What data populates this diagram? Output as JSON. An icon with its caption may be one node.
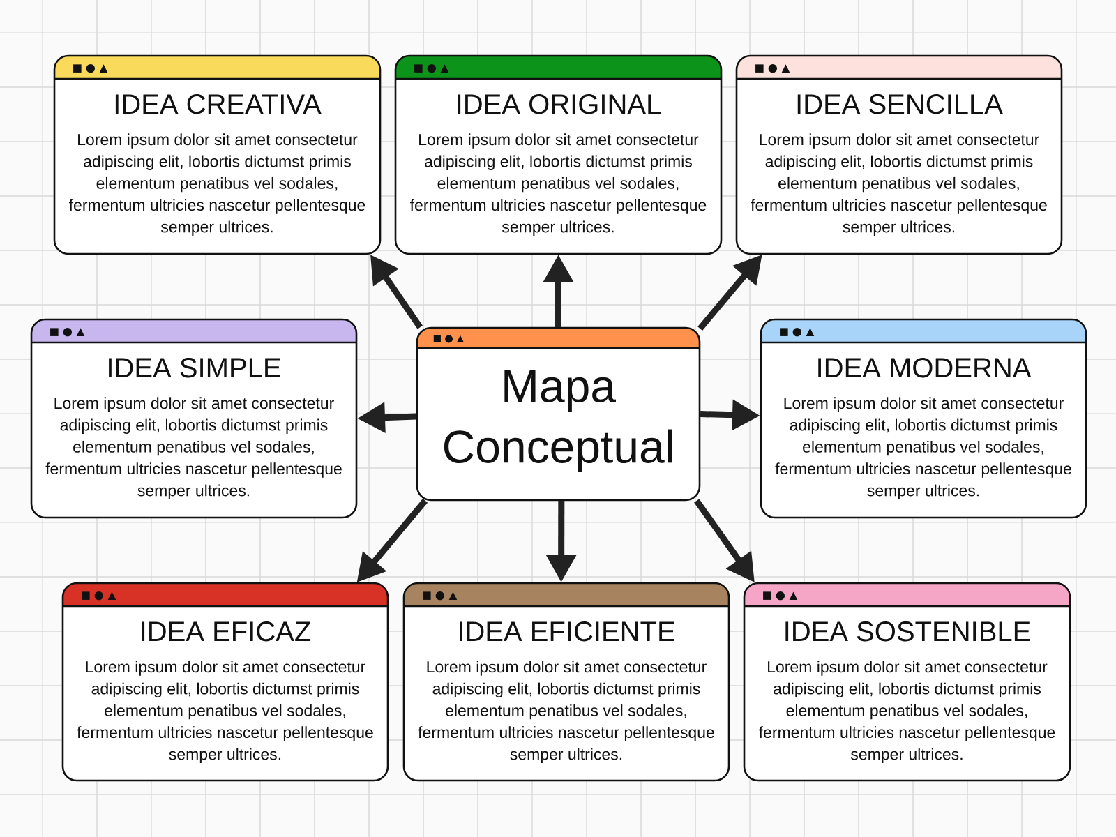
{
  "diagram": {
    "nodes": [
      {
        "text": [
          "IDEA CREATIVA",
          "Lorem ipsum dolor sit amet consectetur adipiscing elit, lobortis dictumst primis elementum penatibus vel sodales, fermentum ultricies nascetur pellentesque semper ultrices."
        ]
      },
      {
        "text": [
          "IDEA ORIGINAL",
          "Lorem ipsum dolor sit amet consectetur adipiscing elit, lobortis dictumst primis elementum penatibus vel sodales, fermentum ultricies nascetur pellentesque semper ultrices."
        ]
      },
      {
        "text": [
          "IDEA SENCILLA",
          "Lorem ipsum dolor sit amet consectetur adipiscing elit, lobortis dictumst primis elementum penatibus vel sodales, fermentum ultricies nascetur pellentesque semper ultrices."
        ]
      },
      {
        "text": [
          "IDEA SIMPLE",
          "Lorem ipsum dolor sit amet consectetur adipiscing elit, lobortis dictumst primis elementum penatibus vel sodales, fermentum ultricies nascetur pellentesque semper ultrices."
        ]
      },
      {
        "text": [
          "Mapa Conceptual"
        ]
      },
      {
        "text": [
          "IDEA MODERNA",
          "Lorem ipsum dolor sit amet consectetur adipiscing elit, lobortis dictumst primis elementum penatibus vel sodales, fermentum ultricies nascetur pellentesque semper ultrices."
        ]
      },
      {
        "text": [
          "IDEA EFICAZ",
          "Lorem ipsum dolor sit amet consectetur adipiscing elit, lobortis dictumst primis elementum penatibus vel sodales, fermentum ultricies nascetur pellentesque semper ultrices."
        ]
      },
      {
        "text": [
          "IDEA EFICIENTE",
          "Lorem ipsum dolor sit amet consectetur adipiscing elit, lobortis dictumst primis elementum penatibus vel sodales, fermentum ultricies nascetur pellentesque semper ultrices."
        ]
      },
      {
        "text": [
          "IDEA SOSTENIBLE",
          "Lorem ipsum dolor sit amet consectetur adipiscing elit, lobortis dictumst primis elementum penatibus vel sodales, fermentum ultricies nascetur pellentesque semper ultrices."
        ]
      }
    ],
    "edges": [
      {
        "from": 4,
        "to": 0,
        "arrow": "to"
      },
      {
        "from": 4,
        "to": 1,
        "arrow": "to"
      },
      {
        "from": 4,
        "to": 2,
        "arrow": "to"
      },
      {
        "from": 4,
        "to": 3,
        "arrow": "to"
      },
      {
        "from": 4,
        "to": 5,
        "arrow": "to"
      },
      {
        "from": 4,
        "to": 6,
        "arrow": "to"
      },
      {
        "from": 4,
        "to": 7,
        "arrow": "to"
      },
      {
        "from": 4,
        "to": 8,
        "arrow": "to"
      }
    ]
  }
}
